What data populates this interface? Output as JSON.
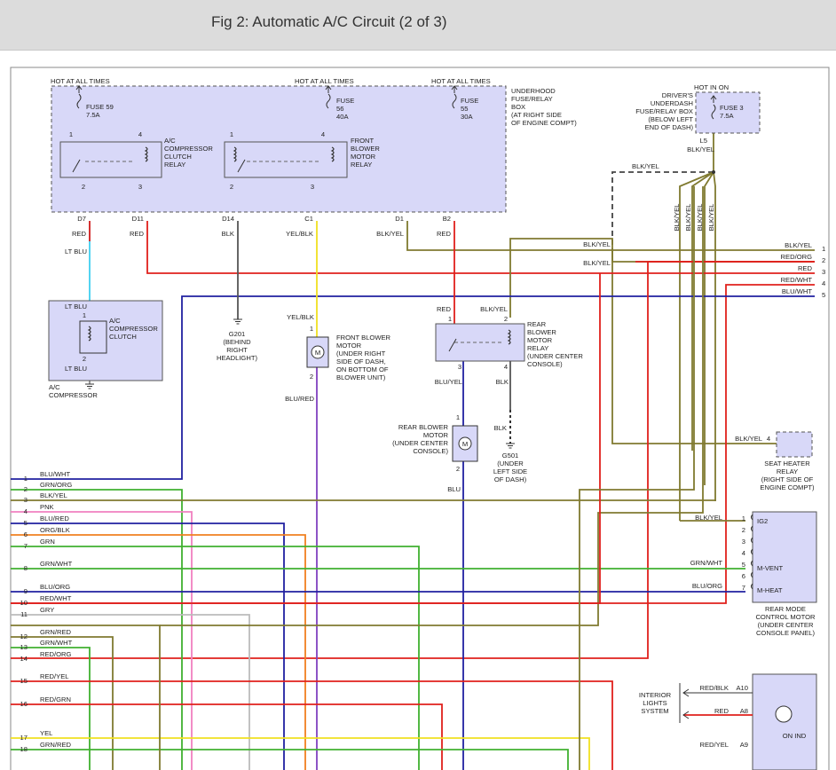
{
  "header": {
    "title": "Fig 2: Automatic A/C Circuit (2 of 3)"
  },
  "colors": {
    "box_fill": "#d8d8f8",
    "red": "#e0201c",
    "blue": "#2020a0",
    "olive": "#807a30",
    "cyan": "#40d0f0",
    "yellow": "#f0e020",
    "pink": "#f080c0",
    "gray": "#bbbbbb",
    "green": "#40b030",
    "orange": "#f08020",
    "purple": "#8040c0"
  },
  "fuse_box": {
    "hot1": "HOT AT ALL TIMES",
    "hot2": "HOT AT ALL TIMES",
    "hot3": "HOT AT ALL TIMES",
    "fuse1": [
      "FUSE 59",
      "7.5A"
    ],
    "fuse2": [
      "FUSE",
      "56",
      "40A"
    ],
    "fuse3": [
      "FUSE",
      "55",
      "30A"
    ],
    "location": [
      "UNDERHOOD",
      "FUSE/RELAY",
      "BOX",
      "(AT RIGHT SIDE",
      "OF ENGINE COMPT)"
    ],
    "relay1": [
      "A/C",
      "COMPRESSOR",
      "CLUTCH",
      "RELAY"
    ],
    "relay2": [
      "FRONT",
      "BLOWER",
      "MOTOR",
      "RELAY"
    ],
    "pins": [
      "1",
      "4",
      "2",
      "3",
      "1",
      "4",
      "2",
      "3"
    ],
    "connectors": [
      "D7",
      "D11",
      "D14",
      "C1",
      "D1",
      "B2"
    ],
    "wire_colors": [
      "RED",
      "RED",
      "BLK",
      "YEL/BLK",
      "BLK/YEL",
      "RED"
    ]
  },
  "dash_box": {
    "hot": "HOT IN ON",
    "label": [
      "DRIVER'S",
      "UNDERDASH",
      "FUSE/RELAY BOX",
      "(BELOW LEFT",
      "END OF DASH)"
    ],
    "fuse": [
      "FUSE 3",
      "7.5A"
    ],
    "connector": "L5",
    "wire": "BLK/YEL",
    "splice_wire": "BLK/YEL",
    "vertical_wires": [
      "BLK/YEL",
      "BLK/YEL",
      "BLK/YEL",
      "BLK/YEL"
    ]
  },
  "right_connector": {
    "rows": [
      {
        "pin": "1",
        "label": "BLK/YEL"
      },
      {
        "pin": "2",
        "label": "RED/ORG"
      },
      {
        "pin": "3",
        "label": "RED"
      },
      {
        "pin": "4",
        "label": "RED/WHT"
      },
      {
        "pin": "5",
        "label": "BLU/WHT"
      }
    ],
    "blkyel_left": "BLK/YEL",
    "blkyel_left2": "BLK/YEL"
  },
  "compressor": {
    "top": "LT BLU",
    "bottom": "LT BLU",
    "pins": [
      "1",
      "2"
    ],
    "label": [
      "A/C",
      "COMPRESSOR",
      "CLUTCH"
    ],
    "caption": [
      "A/C",
      "COMPRESSOR"
    ],
    "wire_in": "LT BLU"
  },
  "ground_g201": [
    "G201",
    "(BEHIND",
    "RIGHT",
    "HEADLIGHT)"
  ],
  "front_motor": {
    "wire_in": "YEL/BLK",
    "pins": [
      "1",
      "2"
    ],
    "symbol": "M",
    "label": [
      "FRONT BLOWER",
      "MOTOR",
      "(UNDER RIGHT",
      "SIDE OF DASH,",
      "ON BOTTOM OF",
      "BLOWER UNIT)"
    ],
    "wire_out": "BLU/RED"
  },
  "rear_relay": {
    "wire_in1": "RED",
    "wire_in2": "BLK/YEL",
    "pins": [
      "1",
      "2",
      "3",
      "4"
    ],
    "label": [
      "REAR",
      "BLOWER",
      "MOTOR",
      "RELAY",
      "(UNDER CENTER",
      "CONSOLE)"
    ],
    "wire_out1": "BLU/YEL",
    "wire_out2": "BLK"
  },
  "rear_motor": {
    "pins": [
      "1",
      "2"
    ],
    "symbol": "M",
    "label": [
      "REAR BLOWER",
      "MOTOR",
      "(UNDER CENTER",
      "CONSOLE)"
    ],
    "wire_out": "BLU"
  },
  "ground_g501": {
    "wire": "BLK",
    "label": [
      "G501",
      "(UNDER",
      "LEFT SIDE",
      "OF DASH)"
    ]
  },
  "seat_heater": {
    "wire": "BLK/YEL",
    "pin": "4",
    "label": [
      "SEAT HEATER",
      "RELAY",
      "(RIGHT SIDE OF",
      "ENGINE COMPT)"
    ]
  },
  "mode_motor": {
    "pins": [
      "1",
      "2",
      "3",
      "4",
      "5",
      "6",
      "7"
    ],
    "terminals": [
      "IG2",
      "M-VENT",
      "M-HEAT"
    ],
    "wires": [
      "BLK/YEL",
      "GRN/WHT",
      "BLU/ORG"
    ],
    "label": [
      "REAR MODE",
      "CONTROL MOTOR",
      "(UNDER CENTER",
      "CONSOLE PANEL)"
    ]
  },
  "interior_lights": {
    "label": [
      "INTERIOR",
      "LIGHTS",
      "SYSTEM"
    ],
    "wires": [
      "RED/BLK",
      "RED",
      "RED/YEL"
    ],
    "pins": [
      "A10",
      "A8",
      "A9"
    ],
    "ind": "ON IND"
  },
  "left_connector": {
    "rows": [
      {
        "pin": "1",
        "label": "BLU/WHT"
      },
      {
        "pin": "2",
        "label": "GRN/ORG"
      },
      {
        "pin": "3",
        "label": "BLK/YEL"
      },
      {
        "pin": "4",
        "label": "PNK"
      },
      {
        "pin": "5",
        "label": "BLU/RED"
      },
      {
        "pin": "6",
        "label": "ORG/BLK"
      },
      {
        "pin": "7",
        "label": "GRN"
      },
      {
        "pin": "8",
        "label": "GRN/WHT"
      },
      {
        "pin": "9",
        "label": "BLU/ORG"
      },
      {
        "pin": "10",
        "label": "RED/WHT"
      },
      {
        "pin": "11",
        "label": "GRY"
      },
      {
        "pin": "12",
        "label": "GRN/RED"
      },
      {
        "pin": "13",
        "label": "GRN/WHT"
      },
      {
        "pin": "14",
        "label": "RED/ORG"
      },
      {
        "pin": "15",
        "label": "RED/YEL"
      },
      {
        "pin": "16",
        "label": "RED/GRN"
      },
      {
        "pin": "17",
        "label": "YEL"
      },
      {
        "pin": "18",
        "label": "GRN/RED"
      }
    ]
  }
}
